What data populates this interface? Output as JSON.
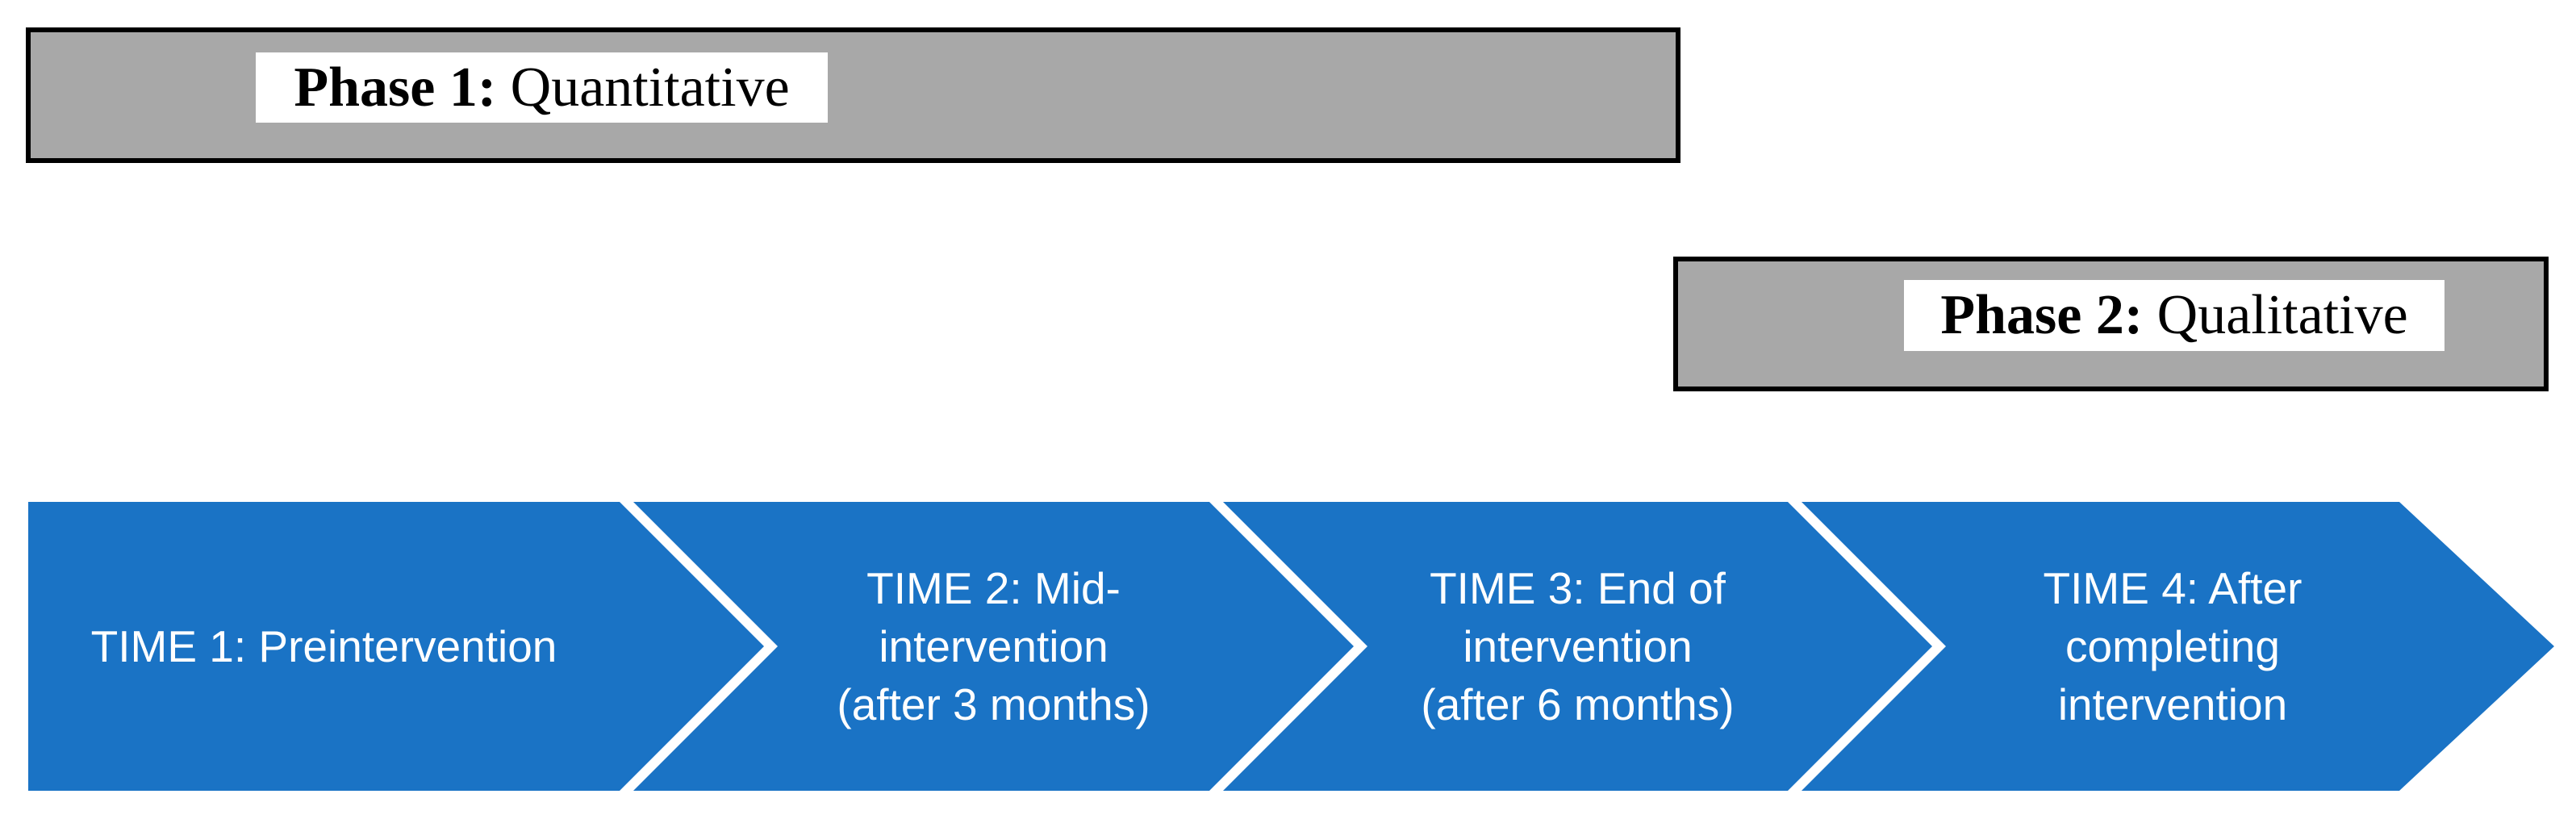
{
  "colors": {
    "arrow_blue": "#1A73C5",
    "bar_gray": "#A8A8A8",
    "bar_border": "#000000",
    "label_bg": "#FFFFFF",
    "arrow_text": "#FFFFFF",
    "label_text": "#000000"
  },
  "phases": [
    {
      "prefix": "Phase 1:",
      "name": "Quantitative"
    },
    {
      "prefix": "Phase 2:",
      "name": "Qualitative"
    }
  ],
  "timeline": {
    "segments": [
      {
        "lines": [
          "TIME 1: Preintervention"
        ]
      },
      {
        "lines": [
          "TIME 2: Mid-",
          "intervention",
          "(after 3 months)"
        ]
      },
      {
        "lines": [
          "TIME 3: End of",
          "intervention",
          "(after 6 months)"
        ]
      },
      {
        "lines": [
          "TIME 4: After",
          "completing",
          "intervention"
        ]
      }
    ]
  }
}
